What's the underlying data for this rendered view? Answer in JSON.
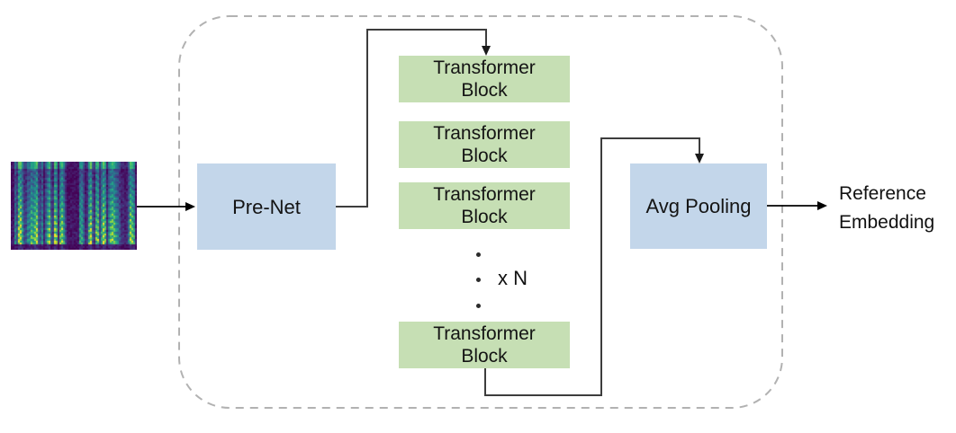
{
  "diagram": {
    "type": "speaker-reference-encoder-architecture",
    "input_image": "mel-spectrogram",
    "nodes": {
      "pre_net": {
        "label": "Pre-Net",
        "fill": "#c3d6ea"
      },
      "transformer_block": {
        "label": "Transformer\nBlock",
        "fill": "#c6dfb4"
      },
      "avg_pooling": {
        "label": "Avg Pooling",
        "fill": "#c3d6ea"
      }
    },
    "annotations": {
      "dot": "·",
      "repeat": "x N",
      "output": "Reference\nEmbedding"
    },
    "colors": {
      "boundary_dash": "#b2b2b2",
      "connector": "#3d3d3d",
      "arrow": "#000000",
      "process_blue": "#c3d6ea",
      "process_green": "#c6dfb4"
    }
  }
}
